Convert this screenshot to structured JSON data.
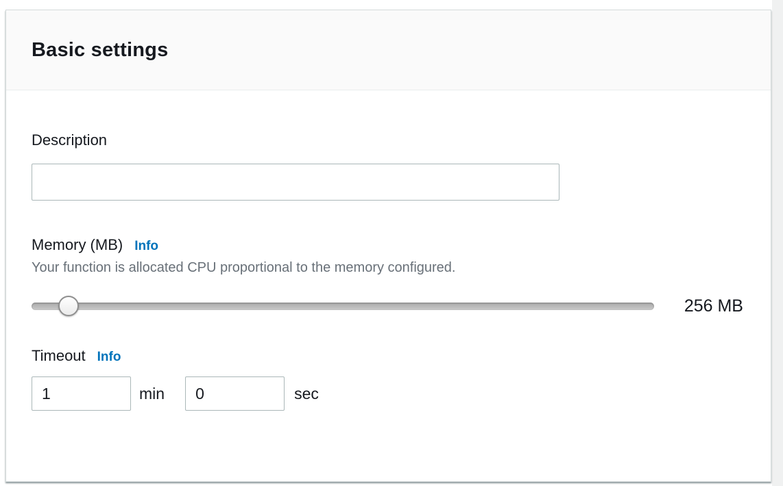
{
  "panel": {
    "title": "Basic settings"
  },
  "description": {
    "label": "Description",
    "value": "",
    "placeholder": ""
  },
  "memory": {
    "label": "Memory (MB)",
    "info_label": "Info",
    "help_text": "Your function is allocated CPU proportional to the memory configured.",
    "value_label": "256 MB",
    "slider_value_mb": 256,
    "slider_handle_percent": 6
  },
  "timeout": {
    "label": "Timeout",
    "info_label": "Info",
    "minutes": {
      "value": "1",
      "unit_label": "min"
    },
    "seconds": {
      "value": "0",
      "unit_label": "sec"
    }
  },
  "colors": {
    "link_blue": "#0073bb",
    "heading_text": "#16191f",
    "help_text_gray": "#687078",
    "input_border": "#aab7b8",
    "header_background": "#fafafa"
  }
}
